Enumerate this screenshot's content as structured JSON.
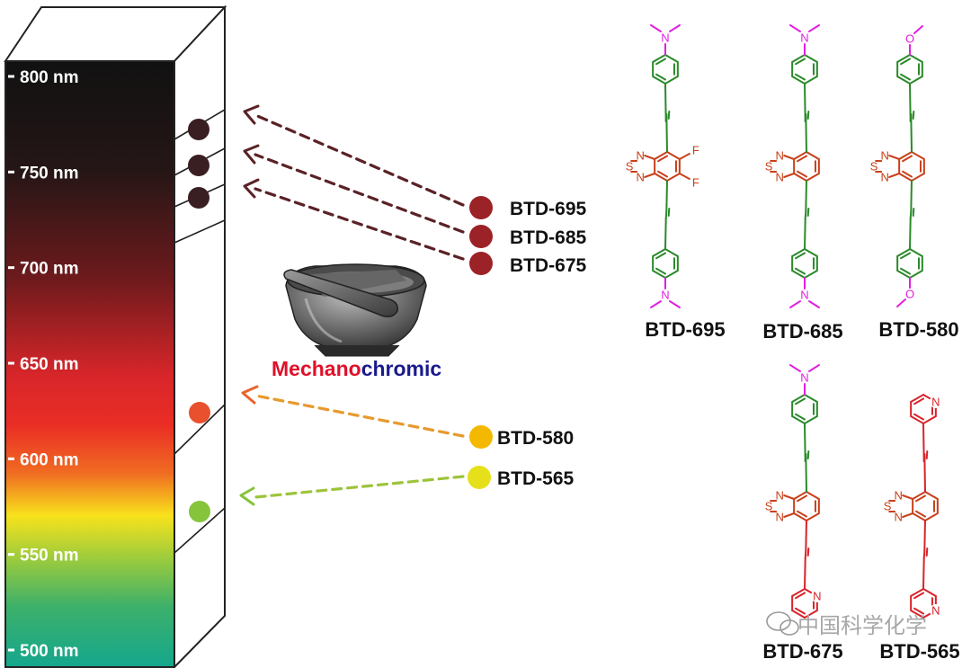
{
  "scale": {
    "ticks": [
      {
        "label": "800 nm",
        "value": 800
      },
      {
        "label": "750 nm",
        "value": 750
      },
      {
        "label": "700 nm",
        "value": 700
      },
      {
        "label": "650 nm",
        "value": 650
      },
      {
        "label": "600 nm",
        "value": 600
      },
      {
        "label": "550 nm",
        "value": 550
      },
      {
        "label": "500 nm",
        "value": 500
      }
    ]
  },
  "emitters": [
    {
      "label": "BTD-695",
      "color": "#9b2226"
    },
    {
      "label": "BTD-685",
      "color": "#9b2226"
    },
    {
      "label": "BTD-675",
      "color": "#9b2226"
    },
    {
      "label": "BTD-580",
      "color": "#f5b800"
    },
    {
      "label": "BTD-565",
      "color": "#e6e01a"
    }
  ],
  "grinding": {
    "title_part1": "Mechano",
    "title_part2": "chromic",
    "color_part1": "#e0102a",
    "color_part2": "#1a1a8c"
  },
  "structures": {
    "names": [
      "BTD-695",
      "BTD-685",
      "BTD-580",
      "BTD-675",
      "BTD-565"
    ],
    "atoms": {
      "nitrogen": "N",
      "sulfur": "S",
      "fluorine": "F",
      "oxygen": "O"
    },
    "colors": {
      "donor": "#e020e0",
      "phenyl": "#2a8a2a",
      "core": "#c8401a",
      "pyridine": "#d8232a"
    }
  },
  "watermark": {
    "text": "中国科学化学"
  }
}
